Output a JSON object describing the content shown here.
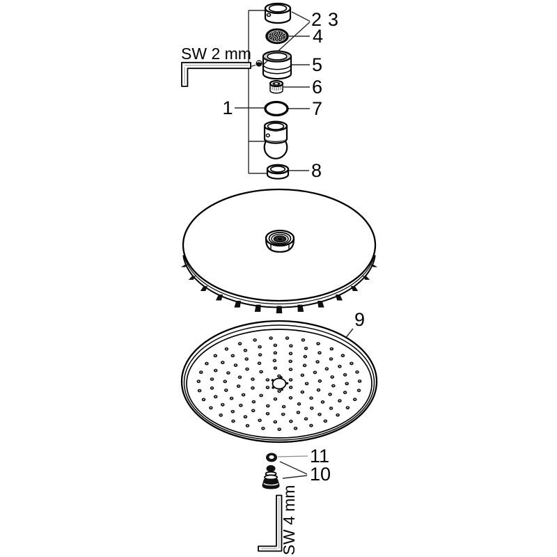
{
  "diagram": {
    "kind": "exploded-parts-diagram",
    "background": "#ffffff",
    "ink": "#000000",
    "callouts": {
      "c1": "1",
      "c2": "2",
      "c3": "3",
      "c4": "4",
      "c5": "5",
      "c6": "6",
      "c7": "7",
      "c8": "8",
      "c9": "9",
      "c10": "10",
      "c11": "11"
    },
    "tools": {
      "hex_key_top": "SW 2 mm",
      "hex_key_bottom": "SW 4 mm"
    }
  }
}
